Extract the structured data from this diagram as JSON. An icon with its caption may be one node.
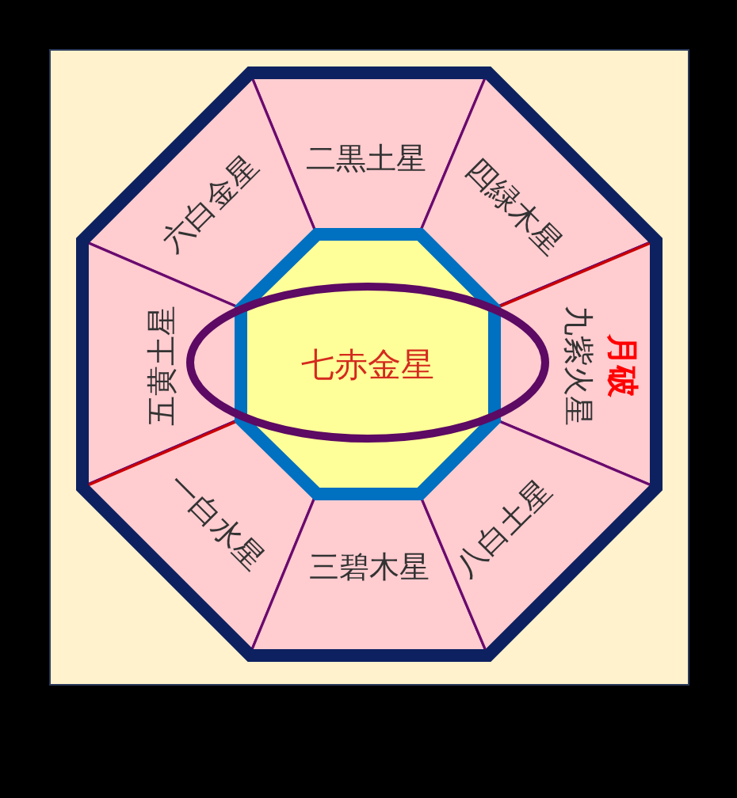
{
  "diagram": {
    "nodes": [
      {
        "text": [
          "七赤金星"
        ]
      },
      {
        "text": [
          "二黒土星"
        ]
      },
      {
        "text": [
          "四緑木星"
        ]
      },
      {
        "text": [
          "六白金星"
        ]
      },
      {
        "text": [
          "九紫火星",
          "月破"
        ]
      },
      {
        "text": [
          "五黄土星"
        ]
      },
      {
        "text": [
          "一白水星"
        ]
      },
      {
        "text": [
          "三碧木星"
        ]
      },
      {
        "text": [
          "八白土星"
        ]
      }
    ]
  }
}
